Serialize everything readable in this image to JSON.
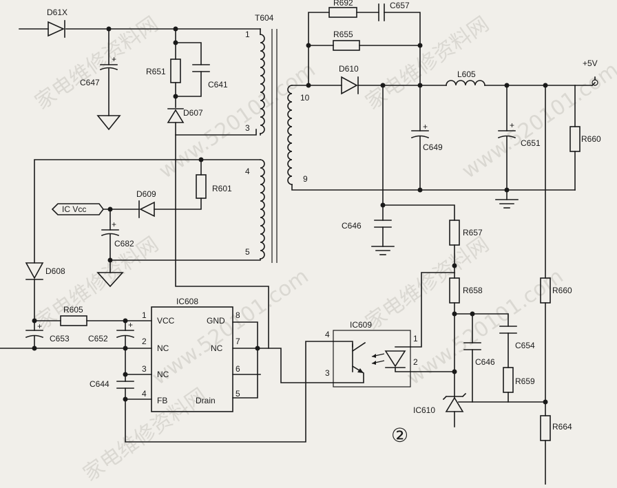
{
  "components": {
    "D61X": "D61X",
    "C647": "C647",
    "R651": "R651",
    "C641": "C641",
    "D607": "D607",
    "R601": "R601",
    "D609": "D609",
    "IC_Vcc": "IC Vcc",
    "C682": "C682",
    "D608": "D608",
    "R605": "R605",
    "C653": "C653",
    "C652": "C652",
    "C644": "C644",
    "T604": "T604",
    "R692": "R692",
    "C657": "C657",
    "R655": "R655",
    "D610": "D610",
    "L605": "L605",
    "C649": "C649",
    "C651": "C651",
    "R660a": "R660",
    "plus5v": "+5V",
    "C646a": "C646",
    "R657": "R657",
    "R658": "R658",
    "R660b": "R660",
    "C646b": "C646",
    "C654": "C654",
    "R659": "R659",
    "IC610": "IC610",
    "R664": "R664",
    "IC608": "IC608",
    "IC609": "IC609",
    "circle2": "②"
  },
  "transformer_pins": {
    "p1": "1",
    "p3": "3",
    "p4": "4",
    "p5": "5",
    "p10": "10",
    "p9": "9"
  },
  "ic608": {
    "pins_left": [
      "1",
      "2",
      "3",
      "4"
    ],
    "labels_left": [
      "VCC",
      "NC",
      "NC",
      "FB"
    ],
    "pins_right": [
      "8",
      "7",
      "6",
      "5"
    ],
    "labels_right": [
      "GND",
      "NC",
      "",
      "Drain"
    ]
  },
  "ic609": {
    "pins": [
      "4",
      "3",
      "1",
      "2"
    ]
  },
  "polarity": "+",
  "watermarks": [
    "家电维修资料网",
    "www.520101.com"
  ]
}
